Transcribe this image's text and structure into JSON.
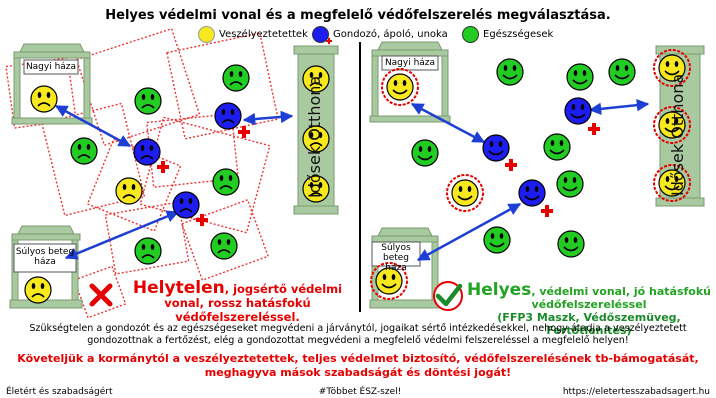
{
  "title": "Helyes védelmi vonal és a megfelelő védőfelszerelés megválasztása.",
  "legend": [
    {
      "label": "Veszélyeztetettek",
      "color": "#f7e91d",
      "icon": "yellow-dot-icon"
    },
    {
      "label": "Gondozó, ápoló, unoka",
      "color": "#1d1df0",
      "icon": "blue-dot-icon"
    },
    {
      "label": "Egészségesek",
      "color": "#22cc22",
      "icon": "green-dot-icon"
    }
  ],
  "left": {
    "grandma_house": "Nagyi háza",
    "sick_house": "Súlyos beteg háza",
    "elderly_home": "Idősek Otthona",
    "caption_big": "Helytelen",
    "caption_rest": ", jogsértő védelmi vonal, rossz hatásfokú védőfelszereléssel.",
    "icon": "red-x-icon"
  },
  "right": {
    "grandma_house": "Nagyi háza",
    "sick_house": "Súlyos beteg háza",
    "elderly_home": "Idősek Otthona",
    "caption_big": "Helyes",
    "caption_rest": ", védelmi vonal, jó hatásfokú védőfelszereléssel",
    "caption_gear": "(FFP3 Maszk, Védőszemüveg, Fertőtlenítés)",
    "icon": "green-check-icon"
  },
  "note": "Szükségtelen a gondozót és az egészségeseket megvédeni a járványtól, jogaikat sértő intézkedésekkel, nehogy átadja a veszélyeztetett gondozottnak a fertőzést, elég a gondozottat megvédeni a megfelelő védelmi felszereléssel a megfelelő helyen!",
  "demand": "Követeljük a kormánytól a veszélyeztetettek, teljes védelmet biztosító, védőfelszerelésének tb-bámogatását, meghagyva mások szabadságát és döntési jogát!",
  "footer": {
    "left": "Életért és szabadságért",
    "center": "#Többet ÉSZ-szel!",
    "right": "https://eletertesszabadsagert.hu"
  },
  "colors": {
    "yellow": "#f7e91d",
    "blue": "#1d1df0",
    "green": "#22cc22",
    "red": "#e60000",
    "building": "#a9c9a0"
  }
}
